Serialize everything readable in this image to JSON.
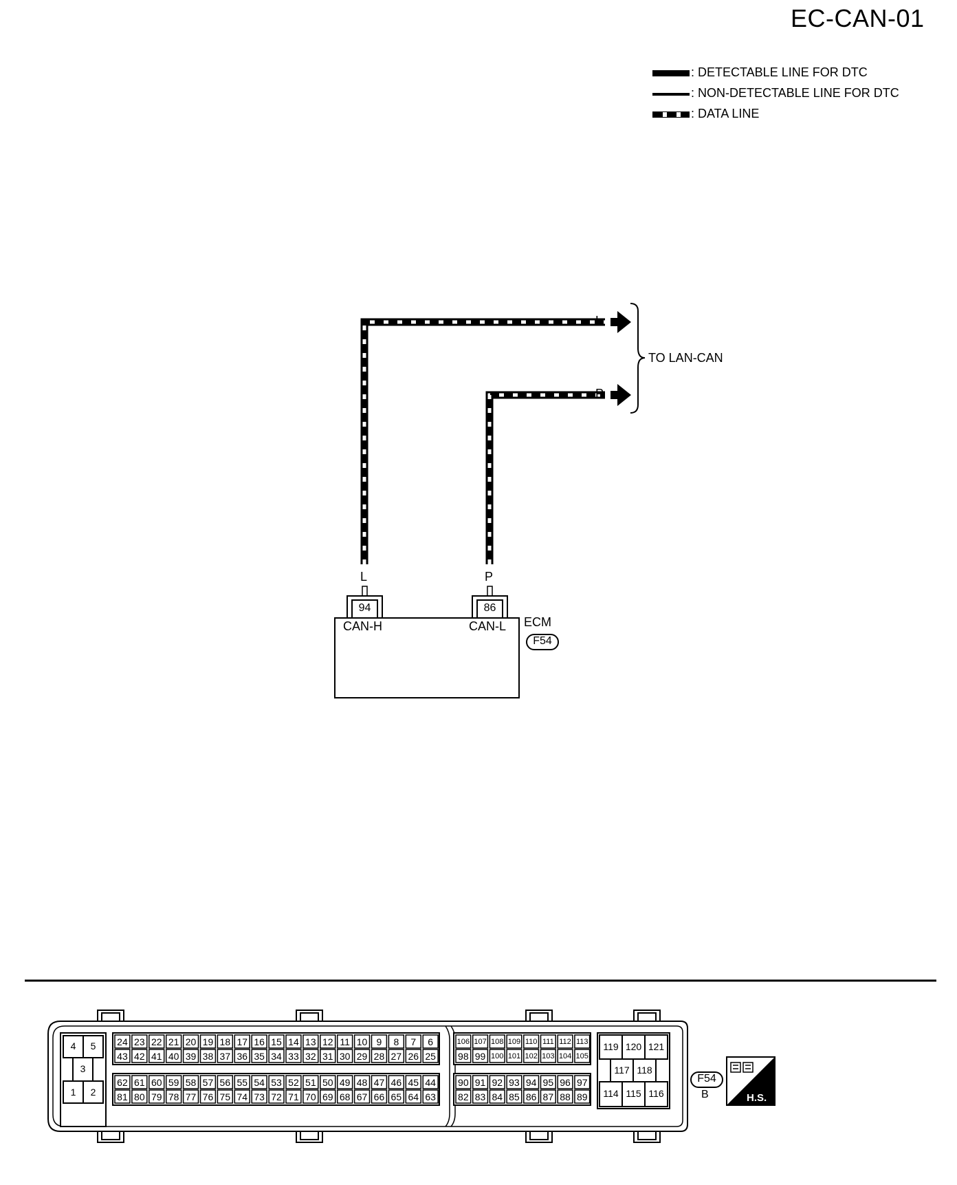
{
  "page_id": "EC-CAN-01",
  "legend": {
    "detectable": ": DETECTABLE LINE FOR DTC",
    "non_detectable": ": NON-DETECTABLE LINE FOR DTC",
    "data_line": ": DATA LINE"
  },
  "wires": {
    "l_top": "L",
    "p_top": "P",
    "l_bottom": "L",
    "p_bottom": "P",
    "to_lan": "TO LAN-CAN"
  },
  "ecm": {
    "name": "ECM",
    "connector": "F54",
    "pin_h": "94",
    "pin_l": "86",
    "label_h": "CAN-H",
    "label_l": "CAN-L"
  },
  "connector_face": {
    "id": "F54",
    "color": "B",
    "badge": "H.S.",
    "group_a": {
      "rows": [
        [
          "24",
          "23",
          "22",
          "21",
          "20",
          "19",
          "18",
          "17",
          "16",
          "15",
          "14",
          "13",
          "12",
          "11",
          "10",
          "9",
          "8",
          "7",
          "6"
        ],
        [
          "43",
          "42",
          "41",
          "40",
          "39",
          "38",
          "37",
          "36",
          "35",
          "34",
          "33",
          "32",
          "31",
          "30",
          "29",
          "28",
          "27",
          "26",
          "25"
        ],
        [
          "62",
          "61",
          "60",
          "59",
          "58",
          "57",
          "56",
          "55",
          "54",
          "53",
          "52",
          "51",
          "50",
          "49",
          "48",
          "47",
          "46",
          "45",
          "44"
        ],
        [
          "81",
          "80",
          "79",
          "78",
          "77",
          "76",
          "75",
          "74",
          "73",
          "72",
          "71",
          "70",
          "69",
          "68",
          "67",
          "66",
          "65",
          "64",
          "63"
        ]
      ],
      "power": [
        "4",
        "5",
        "3",
        "1",
        "2"
      ]
    },
    "group_b": {
      "rows": [
        [
          "106",
          "107",
          "108",
          "109",
          "110",
          "111",
          "112",
          "113"
        ],
        [
          "98",
          "99",
          "100",
          "101",
          "102",
          "103",
          "104",
          "105"
        ],
        [
          "90",
          "91",
          "92",
          "93",
          "94",
          "95",
          "96",
          "97"
        ],
        [
          "82",
          "83",
          "84",
          "85",
          "86",
          "87",
          "88",
          "89"
        ]
      ],
      "large": [
        "119",
        "120",
        "121",
        "117",
        "118",
        "114",
        "115",
        "116"
      ]
    }
  }
}
